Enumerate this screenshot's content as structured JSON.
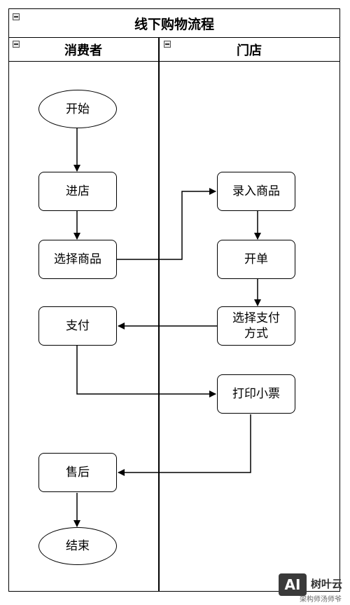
{
  "diagram": {
    "title": "线下购物流程",
    "lanes": {
      "consumer": "消费者",
      "store": "门店"
    },
    "nodes": {
      "start": "开始",
      "enter_store": "进店",
      "select_goods": "选择商品",
      "pay": "支付",
      "after_sales": "售后",
      "end": "结束",
      "enter_goods": "录入商品",
      "open_order": "开单",
      "select_payment_line1": "选择支付",
      "select_payment_line2": "方式",
      "print_receipt": "打印小票"
    }
  },
  "watermark": {
    "logo": "AI",
    "brand": "树叶云",
    "sub": "架构师汤师爷"
  }
}
